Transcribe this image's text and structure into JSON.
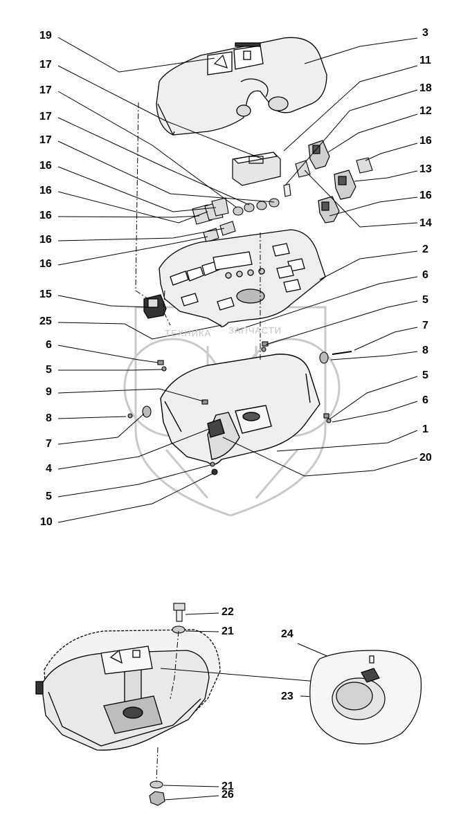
{
  "watermark": {
    "left": "ТЕХНИКА",
    "right": "ЗАПЧАСТИ"
  },
  "callouts": {
    "c1": "1",
    "c2": "2",
    "c3": "3",
    "c4": "4",
    "c5a": "5",
    "c5b": "5",
    "c5c": "5",
    "c5d": "5",
    "c6a": "6",
    "c6b": "6",
    "c6c": "6",
    "c7a": "7",
    "c7b": "7",
    "c8a": "8",
    "c8b": "8",
    "c9": "9",
    "c10": "10",
    "c11": "11",
    "c12": "12",
    "c13": "13",
    "c14": "14",
    "c15": "15",
    "c16a": "16",
    "c16b": "16",
    "c16c": "16",
    "c16d": "16",
    "c16e": "16",
    "c16f": "16",
    "c16g": "16",
    "c17a": "17",
    "c17b": "17",
    "c17c": "17",
    "c17d": "17",
    "c18": "18",
    "c19": "19",
    "c20": "20",
    "c21a": "21",
    "c21b": "21",
    "c22": "22",
    "c23": "23",
    "c24": "24",
    "c25": "25",
    "c26": "26"
  },
  "colors": {
    "line": "#000000",
    "part_fill": "#ececec",
    "part_dark": "#b5b5b5",
    "watermark": "#c8c8c8"
  }
}
